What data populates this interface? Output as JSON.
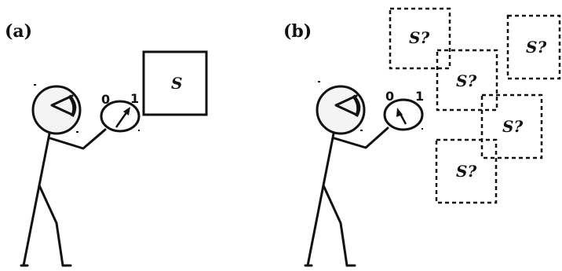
{
  "panels": [
    {
      "label": "(a)",
      "system_label": "S",
      "meter_tick_low": "0",
      "meter_tick_high": "1"
    },
    {
      "label": "(b)",
      "system_labels": [
        "S?",
        "S?",
        "S?",
        "S?"
      ],
      "meter_tick_low": "0",
      "meter_tick_high": "1"
    }
  ],
  "colors": {
    "ink": "#111111",
    "background": "#ffffff"
  },
  "icons": [
    "observer-figure",
    "eye-icon",
    "measurement-dial-icon"
  ]
}
